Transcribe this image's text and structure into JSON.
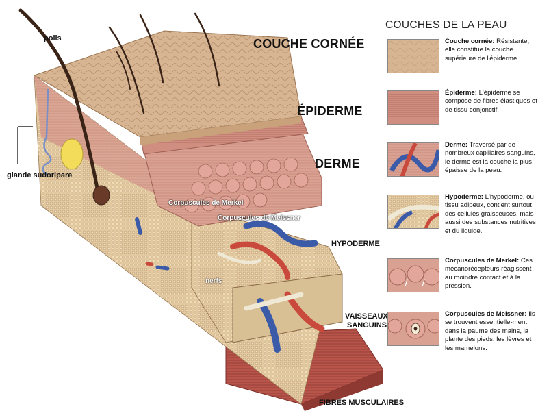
{
  "labels": {
    "poils": "poils",
    "glande_sudoripare": "glande sudoripare",
    "couche_cornee": "COUCHE CORNÉE",
    "epiderme": "ÉPIDERME",
    "derme": "DERME",
    "hypoderme": "HYPODERME",
    "vaisseaux_line1": "VAISSEAUX",
    "vaisseaux_line2": "SANGUINS",
    "fibres_musculaires": "FIBRES MUSCULAIRES",
    "corpuscules_merkel": "Corpuscules de Merkel",
    "corpuscules_meissner": "Corpuscules de Meissner",
    "nerfs": "nerfs"
  },
  "legend": {
    "title": "COUCHES DE LA PEAU",
    "items": [
      {
        "name": "Couche cornée:",
        "text": " Résistante, elle constitue la couche supérieure de l'épiderme"
      },
      {
        "name": "Épiderme:",
        "text": " L'épiderme se compose de fibres élastiques et de tissu conjonctif."
      },
      {
        "name": "Derme:",
        "text": " Traversé par de nombreux capillaires sanguins, le derme est la couche la plus épaisse de la peau."
      },
      {
        "name": "Hypoderme:",
        "text": " L'hypoderme, ou tissu adipeux, contient surtout des cellules graisseuses, mais aussi des substances nutritives et du liquide."
      },
      {
        "name": "Corpuscules de Merkel:",
        "text": " Ces mécanorécepteurs réagissent au moindre contact et à la pression."
      },
      {
        "name": "Corpuscules de Meissner:",
        "text": " Ils se trouvent essentielle-ment dans la paume des mains, la plante des pieds, les lèvres et les mamelons."
      }
    ]
  },
  "colors": {
    "cornee": "#d8b592",
    "epiderme": "#c98a7a",
    "derme": "#d79a8e",
    "hypoderme": "#e6cfa8",
    "muscle": "#b8544a",
    "artery": "#c94a3c",
    "vein": "#3b5aa8",
    "nerve": "#efe8d4"
  }
}
